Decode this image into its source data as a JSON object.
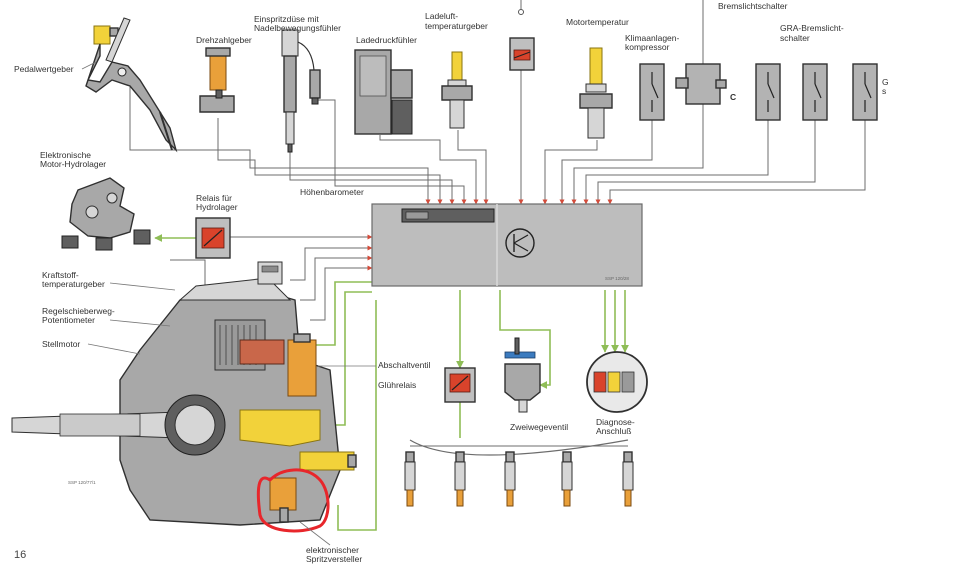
{
  "labels": {
    "pedalwertgeber": "Pedalwertgeber",
    "drehzahlgeber": "Drehzahlgeber",
    "einspritzduese_1": "Einspritzdüse mit",
    "einspritzduese_2": "Nadelbewegungsfühler",
    "ladedruckfuehler": "Ladedruckfühler",
    "ladeluft_1": "Ladeluft-",
    "ladeluft_2": "temperaturgeber",
    "motortemperatur": "Motortemperatur",
    "klima_1": "Klimaanlagen-",
    "klima_2": "kompressor",
    "bremslicht": "Bremslichtschalter",
    "gra_1": "GRA-Bremslicht-",
    "gra_2": "schalter",
    "right_c": "C",
    "right_g": "G",
    "right_s": "s",
    "hydrolager_1": "Elektronische",
    "hydrolager_2": "Motor-Hydrolager",
    "hoehenbarometer": "Höhenbarometer",
    "relais_1": "Relais für",
    "relais_2": "Hydrolager",
    "kraftstoff_1": "Kraftstoff-",
    "kraftstoff_2": "temperaturgeber",
    "regelschieber_1": "Regelschieberweg-",
    "regelschieber_2": "Potentiometer",
    "stellmotor": "Stellmotor",
    "abschaltventil": "Abschaltventil",
    "gluehrelais": "Glührelais",
    "zweiwegeventil": "Zweiwegeventil",
    "diagnose_1": "Diagnose-",
    "diagnose_2": "Anschluß",
    "spritzversteller_1": "elektronischer",
    "spritzversteller_2": "Spritzversteller",
    "ssp_ecu": "SSP 120/28",
    "ssp_pump": "SSP 120/77/1",
    "page_number": "16"
  },
  "colors": {
    "wire": "#6c6c6c",
    "green_wire": "#8fbd57",
    "ecu": "#bdbdbd",
    "component": "#a8a8a8",
    "orange": "#e9a03a",
    "yellow": "#f2d23a",
    "relay_red": "#d9432b",
    "highlight_circle": "#e8262b"
  }
}
